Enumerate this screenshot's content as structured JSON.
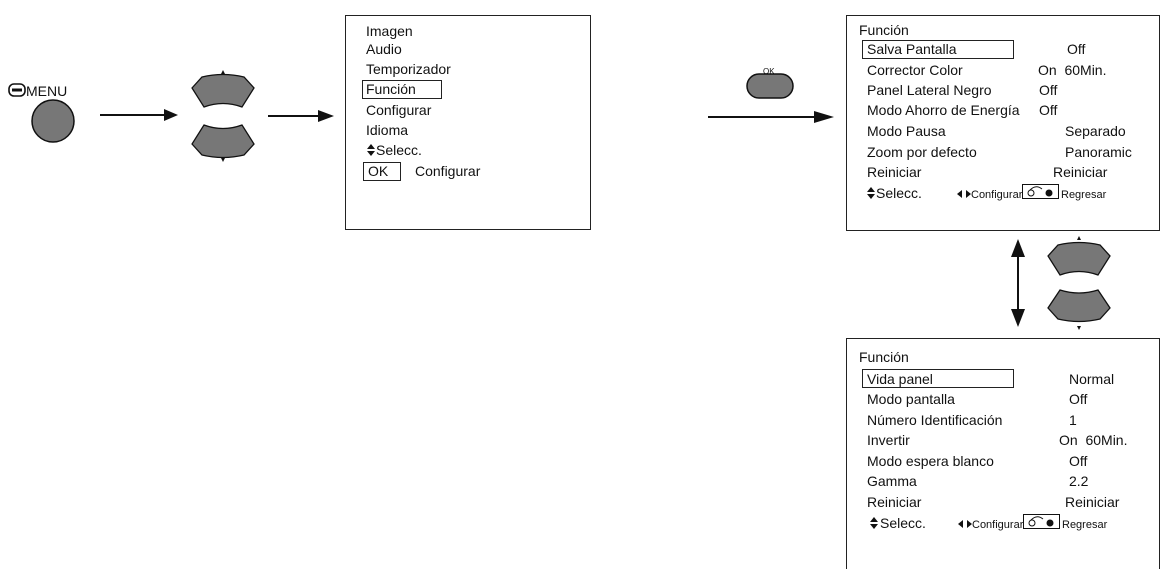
{
  "remote": {
    "menu_label": "MENU",
    "ok_label": "OK"
  },
  "main_menu": {
    "items": [
      "Imagen",
      "Audio",
      "Temporizador",
      "Función",
      "Configurar",
      "Idioma"
    ],
    "selected": "Función",
    "footer_select": "Selecc.",
    "footer_ok_key": "OK",
    "footer_ok_text": "Configurar"
  },
  "funcion_menu_1": {
    "title": "Función",
    "rows": [
      {
        "label": "Salva Pantalla",
        "value": "Off"
      },
      {
        "label": "Corrector Color",
        "value": "On  60Min."
      },
      {
        "label": "Panel Lateral Negro",
        "value": "Off"
      },
      {
        "label": "Modo Ahorro de Energía",
        "value": "Off"
      },
      {
        "label": "Modo Pausa",
        "value": "Separado"
      },
      {
        "label": "Zoom por defecto",
        "value": "Panoramic"
      },
      {
        "label": "Reiniciar",
        "value": "Reiniciar"
      }
    ],
    "footer_select": "Selecc.",
    "footer_configure": "Configurar",
    "footer_return": "Regresar"
  },
  "funcion_menu_2": {
    "title": "Función",
    "rows": [
      {
        "label": "Vida panel",
        "value": "Normal"
      },
      {
        "label": "Modo pantalla",
        "value": "Off"
      },
      {
        "label": "Número Identificación",
        "value": "1"
      },
      {
        "label": "Invertir",
        "value": "On  60Min."
      },
      {
        "label": "Modo espera blanco",
        "value": "Off"
      },
      {
        "label": "Gamma",
        "value": "2.2"
      },
      {
        "label": "Reiniciar",
        "value": "Reiniciar"
      }
    ],
    "footer_select": "Selecc.",
    "footer_configure": "Configurar",
    "footer_return": "Regresar"
  },
  "colors": {
    "button_fill": "#777777",
    "line": "#111111"
  }
}
